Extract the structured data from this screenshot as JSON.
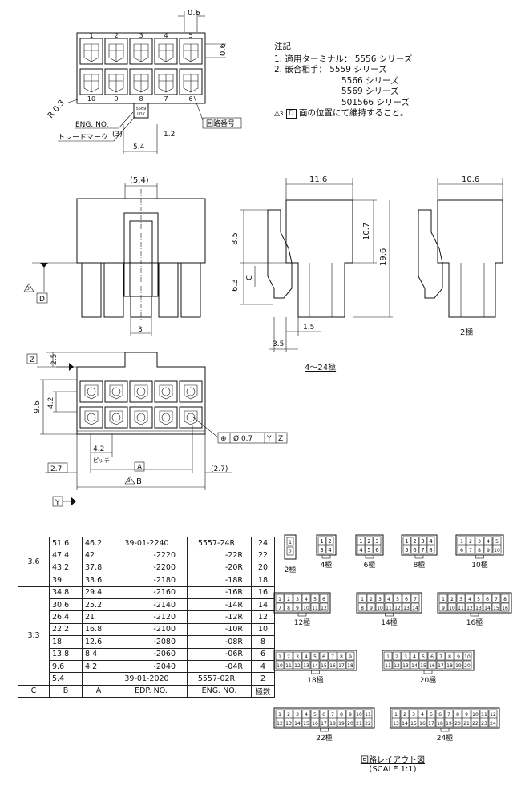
{
  "top_view": {
    "pin_nums_top": [
      "1",
      "2",
      "3",
      "4",
      "5"
    ],
    "pin_nums_bottom": [
      "6",
      "7",
      "8",
      "9",
      "10"
    ],
    "dim_06_top": "0.6",
    "dim_06_side": "0.6",
    "r03": "R 0.3",
    "eng_no_label": "ENG. NO.",
    "trademark_label": "トレードマーク",
    "circuit_no_label": "回路番号",
    "dim_3": "(3)",
    "dim_12": "1.2",
    "dim_54": "5.4",
    "stamp_a": "5569",
    "stamp_b": "LOK"
  },
  "notes": {
    "title": "注記",
    "line1": "1. 適用ターミナル： 5556 シリーズ",
    "line2": "2. 嵌合相手： 5559 シリーズ",
    "line3": "5566 シリーズ",
    "line4": "5569 シリーズ",
    "line5": "501566 シリーズ",
    "line6_mark": "3",
    "line6_box": "D",
    "line6_text": "面の位置にて維持すること。"
  },
  "front_view": {
    "dim_54": "(5.4)",
    "dim_3": "3",
    "datum_mark": "3",
    "datum_box": "D"
  },
  "side_view": {
    "dim_116": "11.6",
    "dim_85": "8.5",
    "dim_107": "10.7",
    "dim_196": "19.6",
    "dim_63": "6.3",
    "dim_c": "C",
    "dim_15": "1.5",
    "dim_35": "3.5",
    "caption": "4～24極"
  },
  "side_view_2": {
    "dim_106": "10.6",
    "caption": "2極"
  },
  "bottom_view": {
    "datum_z": "Z",
    "datum_y": "Y",
    "dim_25": "2.5",
    "dim_96": "9.6",
    "dim_42": "4.2",
    "dim_42_pitch": "4.2",
    "pitch_label": "ピッチ",
    "dim_a": "A",
    "dim_27_left": "2.7",
    "dim_27_right": "(2.7)",
    "dim_b_mark": "3",
    "dim_b": "B",
    "fcf_symbol": "⊕",
    "fcf_value": "Ø 0.7",
    "fcf_y": "Y",
    "fcf_z": "Z"
  },
  "table": {
    "group1_c": "3.6",
    "group2_c": "3.3",
    "rows": [
      {
        "b": "51.6",
        "a": "46.2",
        "edp": "39-01-2240",
        "eng": "5557-24R",
        "pole": "24"
      },
      {
        "b": "47.4",
        "a": "42",
        "edp": "-2220",
        "eng": "-22R",
        "pole": "22"
      },
      {
        "b": "43.2",
        "a": "37.8",
        "edp": "-2200",
        "eng": "-20R",
        "pole": "20"
      },
      {
        "b": "39",
        "a": "33.6",
        "edp": "-2180",
        "eng": "-18R",
        "pole": "18"
      },
      {
        "b": "34.8",
        "a": "29.4",
        "edp": "-2160",
        "eng": "-16R",
        "pole": "16"
      },
      {
        "b": "30.6",
        "a": "25.2",
        "edp": "-2140",
        "eng": "-14R",
        "pole": "14"
      },
      {
        "b": "26.4",
        "a": "21",
        "edp": "-2120",
        "eng": "-12R",
        "pole": "12"
      },
      {
        "b": "22.2",
        "a": "16.8",
        "edp": "-2100",
        "eng": "-10R",
        "pole": "10"
      },
      {
        "b": "18",
        "a": "12.6",
        "edp": "-2080",
        "eng": "-08R",
        "pole": "8"
      },
      {
        "b": "13.8",
        "a": "8.4",
        "edp": "-2060",
        "eng": "-06R",
        "pole": "6"
      },
      {
        "b": "9.6",
        "a": "4.2",
        "edp": "-2040",
        "eng": "-04R",
        "pole": "4"
      },
      {
        "b": "5.4",
        "a": "",
        "edp": "39-01-2020",
        "eng": "5557-02R",
        "pole": "2"
      }
    ],
    "header": {
      "c": "C",
      "b": "B",
      "a": "A",
      "edp": "EDP. NO.",
      "eng": "ENG. NO.",
      "pole": "極数"
    }
  },
  "layouts": {
    "l2": "2極",
    "l4": "4極",
    "l6": "6極",
    "l8": "8極",
    "l10": "10極",
    "l12": "12極",
    "l14": "14極",
    "l16": "16極",
    "l18": "18極",
    "l20": "20極",
    "l22": "22極",
    "l24": "24極",
    "title": "回路レイアウト図",
    "scale": "(SCALE 1:1)"
  }
}
